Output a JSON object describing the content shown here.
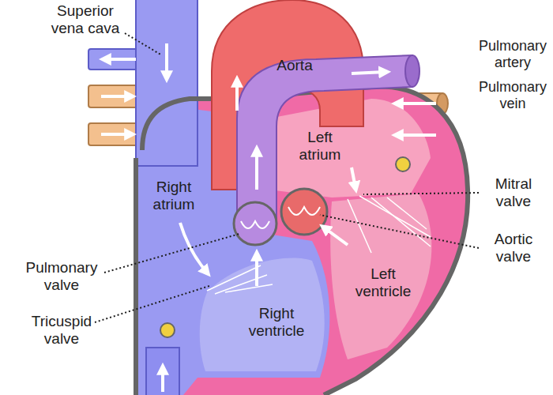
{
  "diagram": {
    "labels": [
      "Superior vena cava",
      "Aorta",
      "Pulmonary artery",
      "Pulmonary vein",
      "Left atrium",
      "Right atrium",
      "Mitral valve",
      "Pulmonary valve",
      "Aortic valve",
      "Left ventricle",
      "Tricuspid valve",
      "Right ventricle"
    ]
  }
}
